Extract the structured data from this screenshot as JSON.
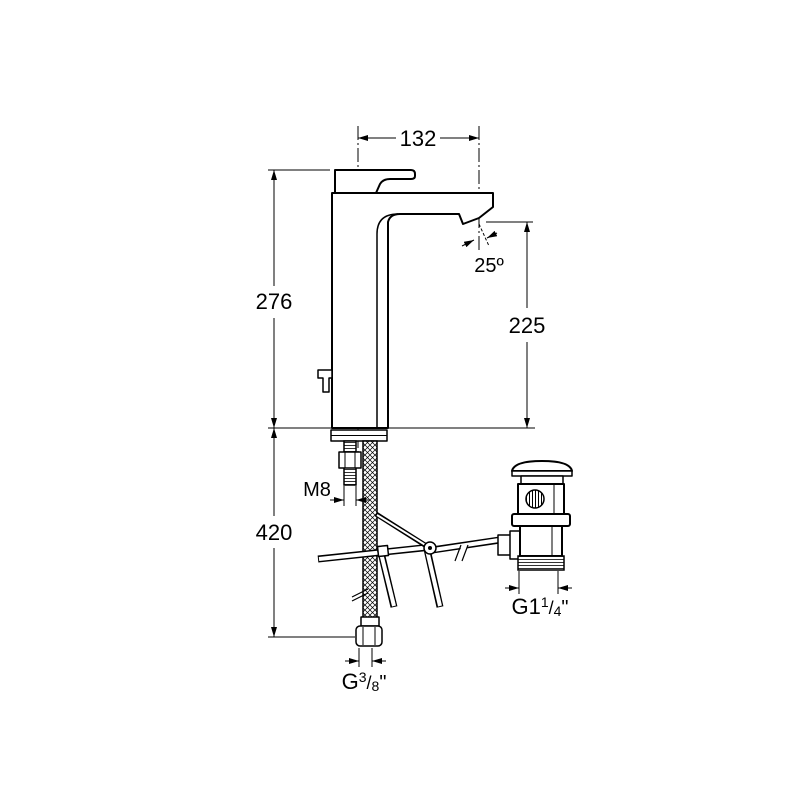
{
  "drawing": {
    "spout_reach": "132",
    "overall_height": "276",
    "outlet_height": "225",
    "outlet_angle": "25º",
    "below_counter_length": "420",
    "mounting_stud_thread": "M8",
    "hose_thread": {
      "prefix": "G",
      "numerator": "3",
      "separator": "/",
      "denominator": "8",
      "suffix": "\""
    },
    "waste_thread": {
      "prefix": "G1",
      "numerator": "1",
      "separator": "/",
      "denominator": "4",
      "suffix": "\""
    }
  }
}
